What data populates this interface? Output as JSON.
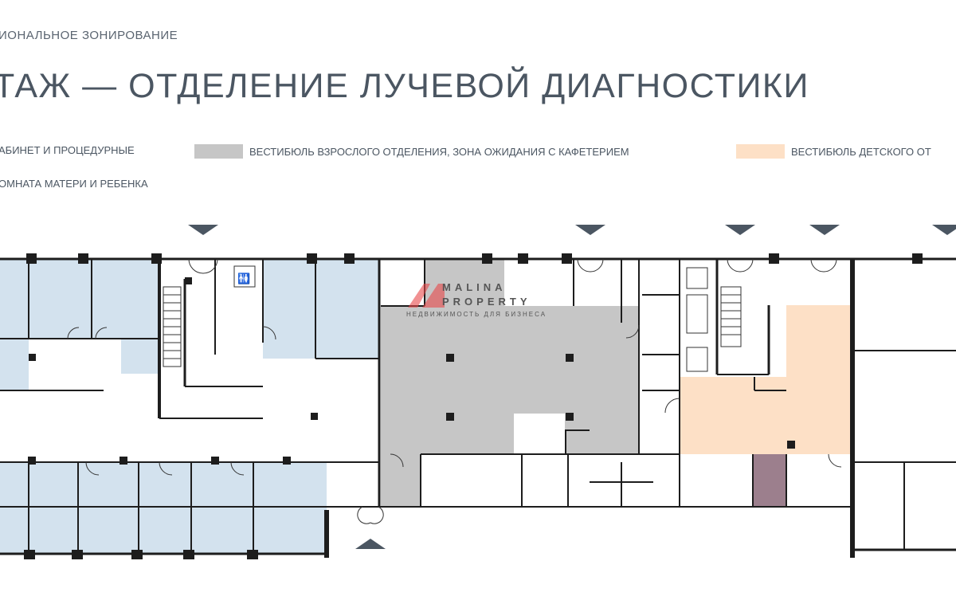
{
  "header": {
    "subtitle": "ИОНАЛЬНОЕ ЗОНИРОВАНИЕ",
    "title": "ТАЖ — ОТДЕЛЕНИЕ ЛУЧЕВОЙ ДИАГНОСТИКИ"
  },
  "legend": [
    {
      "label": "АБИНЕТ И ПРОЦЕДУРНЫЕ",
      "color": "#d3e2ee"
    },
    {
      "label": "ВЕСТИБЮЛЬ ВЗРОСЛОГО ОТДЕЛЕНИЯ, ЗОНА ОЖИДАНИЯ С КАФЕТЕРИЕМ",
      "color": "#c6c6c6"
    },
    {
      "label": "ВЕСТИБЮЛЬ ДЕТСКОГО ОТ",
      "color": "#fde0c6"
    },
    {
      "label": "ОМНАТА МАТЕРИ И РЕБЕНКА",
      "color": "#9c7f8d"
    }
  ],
  "watermark": {
    "line1": "MALINA",
    "line2": "PROPERTY",
    "tagline": "НЕДВИЖИМОСТЬ ДЛЯ БИЗНЕСА"
  },
  "icons": [
    "entrance-arrow-icon",
    "elevator-icon",
    "stairs-icon",
    "restroom-icon"
  ]
}
